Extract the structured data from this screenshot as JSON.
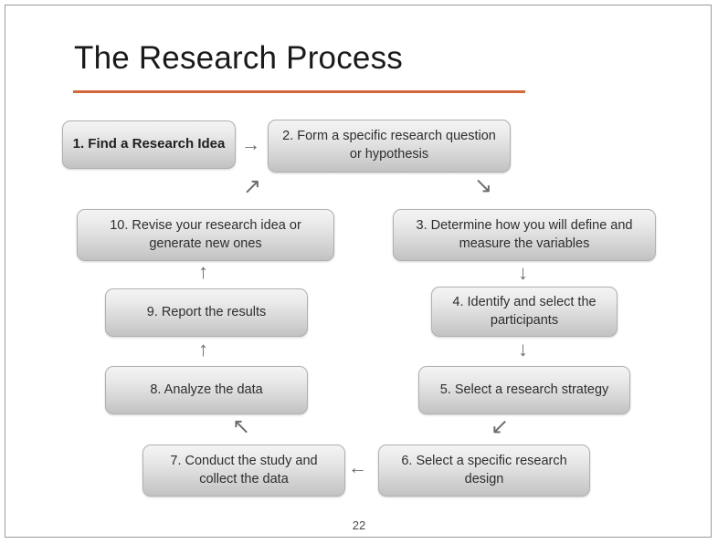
{
  "slide": {
    "title": "The Research Process",
    "page_number": "22",
    "accent_color": "#d2693c",
    "frame_border_color": "#9a9a9a"
  },
  "diagram": {
    "type": "cycle-flowchart",
    "nodes": [
      {
        "id": "n1",
        "label": "1. Find a Research Idea",
        "emphasis": "bold"
      },
      {
        "id": "n2",
        "label": "2. Form a specific research question or hypothesis",
        "emphasis": "normal"
      },
      {
        "id": "n3",
        "label": "3. Determine how you will define and measure the variables",
        "emphasis": "normal"
      },
      {
        "id": "n4",
        "label": "4. Identify and select the participants",
        "emphasis": "normal"
      },
      {
        "id": "n5",
        "label": "5. Select a research strategy",
        "emphasis": "normal"
      },
      {
        "id": "n6",
        "label": "6. Select a specific research design",
        "emphasis": "normal"
      },
      {
        "id": "n7",
        "label": "7. Conduct the study and collect the data",
        "emphasis": "normal"
      },
      {
        "id": "n8",
        "label": "8. Analyze the data",
        "emphasis": "normal"
      },
      {
        "id": "n9",
        "label": "9. Report the results",
        "emphasis": "normal"
      },
      {
        "id": "n10",
        "label": "10. Revise your research idea or generate new ones",
        "emphasis": "normal"
      }
    ],
    "arrows": [
      {
        "id": "a1",
        "from": "n1",
        "to": "n2",
        "glyph": "→",
        "direction": "right"
      },
      {
        "id": "a2",
        "from": "n2",
        "to": "n3",
        "glyph": "↘",
        "direction": "down-right"
      },
      {
        "id": "a3",
        "from": "n3",
        "to": "n4",
        "glyph": "↓",
        "direction": "down"
      },
      {
        "id": "a4",
        "from": "n4",
        "to": "n5",
        "glyph": "↓",
        "direction": "down"
      },
      {
        "id": "a5",
        "from": "n5",
        "to": "n6",
        "glyph": "↙",
        "direction": "down-left"
      },
      {
        "id": "a6",
        "from": "n6",
        "to": "n7",
        "glyph": "←",
        "direction": "left"
      },
      {
        "id": "a7",
        "from": "n7",
        "to": "n8",
        "glyph": "↖",
        "direction": "up-left"
      },
      {
        "id": "a8",
        "from": "n8",
        "to": "n9",
        "glyph": "↑",
        "direction": "up"
      },
      {
        "id": "a9",
        "from": "n9",
        "to": "n10",
        "glyph": "↑",
        "direction": "up"
      },
      {
        "id": "a10",
        "from": "n10",
        "to": "n1",
        "glyph": "↗",
        "direction": "up-right"
      }
    ]
  }
}
